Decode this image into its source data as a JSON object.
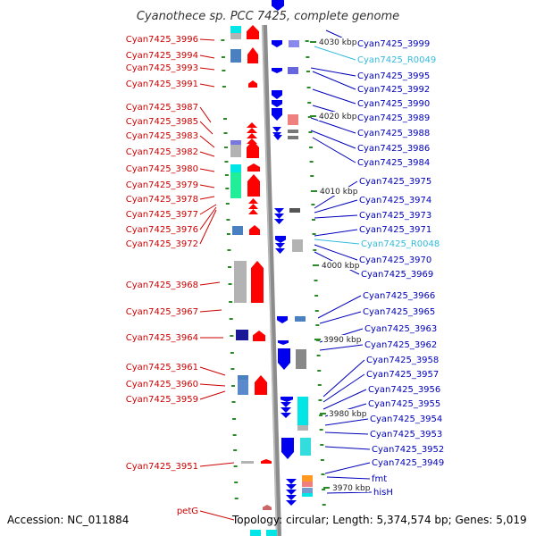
{
  "title": "Cyanothece sp. PCC 7425, complete genome",
  "footer": {
    "accession": "Accession: NC_011884",
    "topology": "Topology: circular; Length: 5,374,574 bp; Genes: 5,019"
  },
  "colors": {
    "left_label": "#cc0000",
    "right_label": "#0000bb",
    "rna_label": "#33bbdd",
    "tick": "#2a8a2a"
  },
  "left_labels": [
    "Cyan7425_3996",
    "Cyan7425_3994",
    "Cyan7425_3993",
    "Cyan7425_3991",
    "Cyan7425_3987",
    "Cyan7425_3985",
    "Cyan7425_3983",
    "Cyan7425_3982",
    "Cyan7425_3980",
    "Cyan7425_3979",
    "Cyan7425_3978",
    "Cyan7425_3977",
    "Cyan7425_3976",
    "Cyan7425_3972",
    "Cyan7425_3968",
    "Cyan7425_3967",
    "Cyan7425_3964",
    "Cyan7425_3961",
    "Cyan7425_3960",
    "Cyan7425_3959",
    "Cyan7425_3951",
    "petG"
  ],
  "right_labels": [
    "Cyan7425_3999",
    "Cyan7425_R0049",
    "Cyan7425_3995",
    "Cyan7425_3992",
    "Cyan7425_3990",
    "Cyan7425_3989",
    "Cyan7425_3988",
    "Cyan7425_3986",
    "Cyan7425_3984",
    "Cyan7425_3975",
    "Cyan7425_3974",
    "Cyan7425_3973",
    "Cyan7425_3971",
    "Cyan7425_R0048",
    "Cyan7425_3970",
    "Cyan7425_3969",
    "Cyan7425_3966",
    "Cyan7425_3965",
    "Cyan7425_3963",
    "Cyan7425_3962",
    "Cyan7425_3958",
    "Cyan7425_3957",
    "Cyan7425_3956",
    "Cyan7425_3955",
    "Cyan7425_3954",
    "Cyan7425_3953",
    "Cyan7425_3952",
    "Cyan7425_3949",
    "fmt",
    "hisH"
  ],
  "rna_genes": [
    "Cyan7425_R0049",
    "Cyan7425_R0048"
  ],
  "kbp_labels": [
    "4030 kbp",
    "4020 kbp",
    "4010 kbp",
    "4000 kbp",
    "3990 kbp",
    "3980 kbp",
    "3970 kbp"
  ]
}
